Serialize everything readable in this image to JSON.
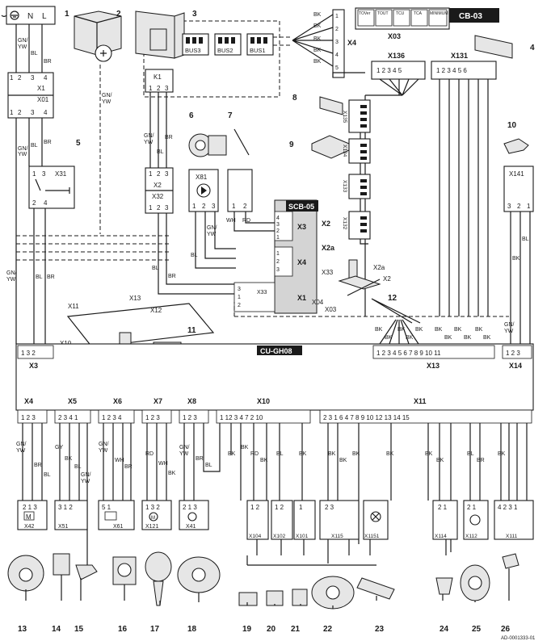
{
  "code": "AD-0001333-01",
  "callouts": [
    "1",
    "2",
    "3",
    "4",
    "5",
    "6",
    "7",
    "8",
    "9",
    "10",
    "11",
    "12",
    "13",
    "14",
    "15",
    "16",
    "17",
    "18",
    "19",
    "20",
    "21",
    "22",
    "23",
    "24",
    "25",
    "26"
  ],
  "boards": {
    "cu": "CU-GH08",
    "scb": "SCB-05",
    "cb": "CB-03"
  },
  "mains": {
    "n": "N",
    "l": "L"
  },
  "conn": {
    "x1": "X1",
    "x01": "X01",
    "x31": "X31",
    "x2": "X2",
    "x32": "X32",
    "k1": "K1",
    "x81": "X81",
    "x3": "X3",
    "x4": "X4",
    "x33": "X33",
    "x136": "X136",
    "x131": "X131",
    "x135": "X135",
    "x134": "X134",
    "x133": "X133",
    "x132": "X132",
    "x2a": "X2a",
    "x141": "X141",
    "x03": "X03",
    "x04": "X04",
    "x13": "X13",
    "x14": "X14",
    "x10": "X10",
    "x11": "X11",
    "x12": "X12",
    "x5": "X5",
    "x6": "X6",
    "x7": "X7",
    "x8": "X8",
    "bus1": "BUS1",
    "bus2": "BUS2",
    "bus3": "BUS3",
    "x42": "X42",
    "x51": "X51",
    "x61": "X61",
    "x121": "X121",
    "x41": "X41",
    "x104": "X104",
    "x102": "X102",
    "x101": "X101",
    "x115": "X115",
    "x1151": "X1151",
    "x114": "X114",
    "x112": "X112",
    "x111": "X111"
  },
  "wires": {
    "gnyw": "GN/",
    "yw": "YW",
    "bl": "BL",
    "br": "BR",
    "bk": "BK",
    "wh": "WH",
    "rd": "RD",
    "gy": "GY"
  },
  "cb03_icons": [
    "TOVer",
    "TOUT",
    "TCU",
    "TCA",
    "MINIMUM"
  ]
}
